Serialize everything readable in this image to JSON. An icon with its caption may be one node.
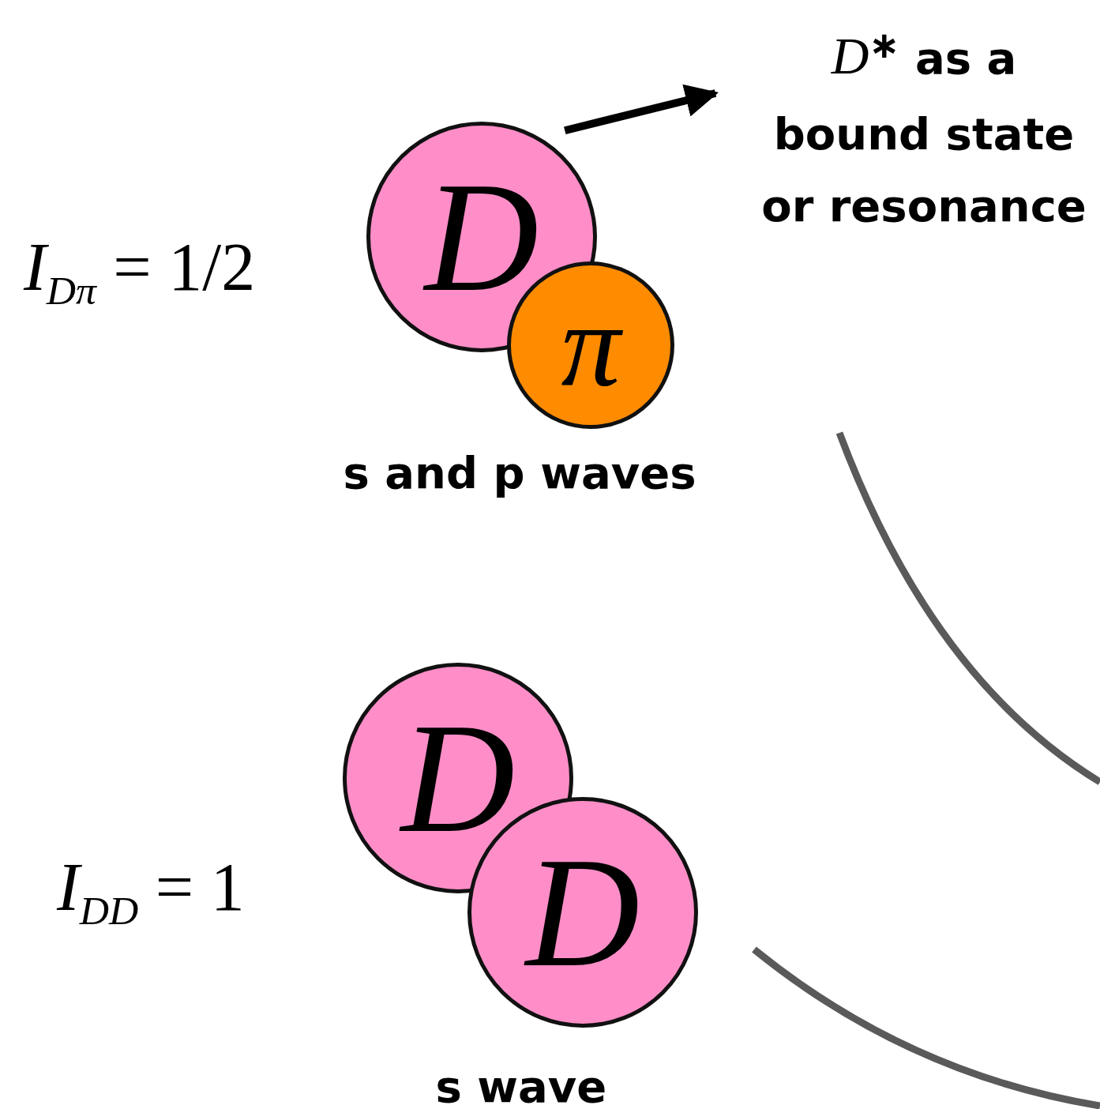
{
  "diagram": {
    "nodes": [
      {
        "text": [
          "D"
        ]
      },
      {
        "text": [
          "π"
        ]
      },
      {
        "text": [
          "*D*$^{∗}$ as a bound state or resonance"
        ]
      },
      {
        "text": [
          "D"
        ]
      },
      {
        "text": [
          "D"
        ]
      }
    ],
    "edges": [
      {
        "from": 0,
        "to": 2,
        "arrow": "to"
      }
    ],
    "labels": [
      "*I*$_{Dπ}$ = 1/2",
      "s and p waves",
      "*I*$_{DD}$ = 1",
      "s wave"
    ]
  }
}
